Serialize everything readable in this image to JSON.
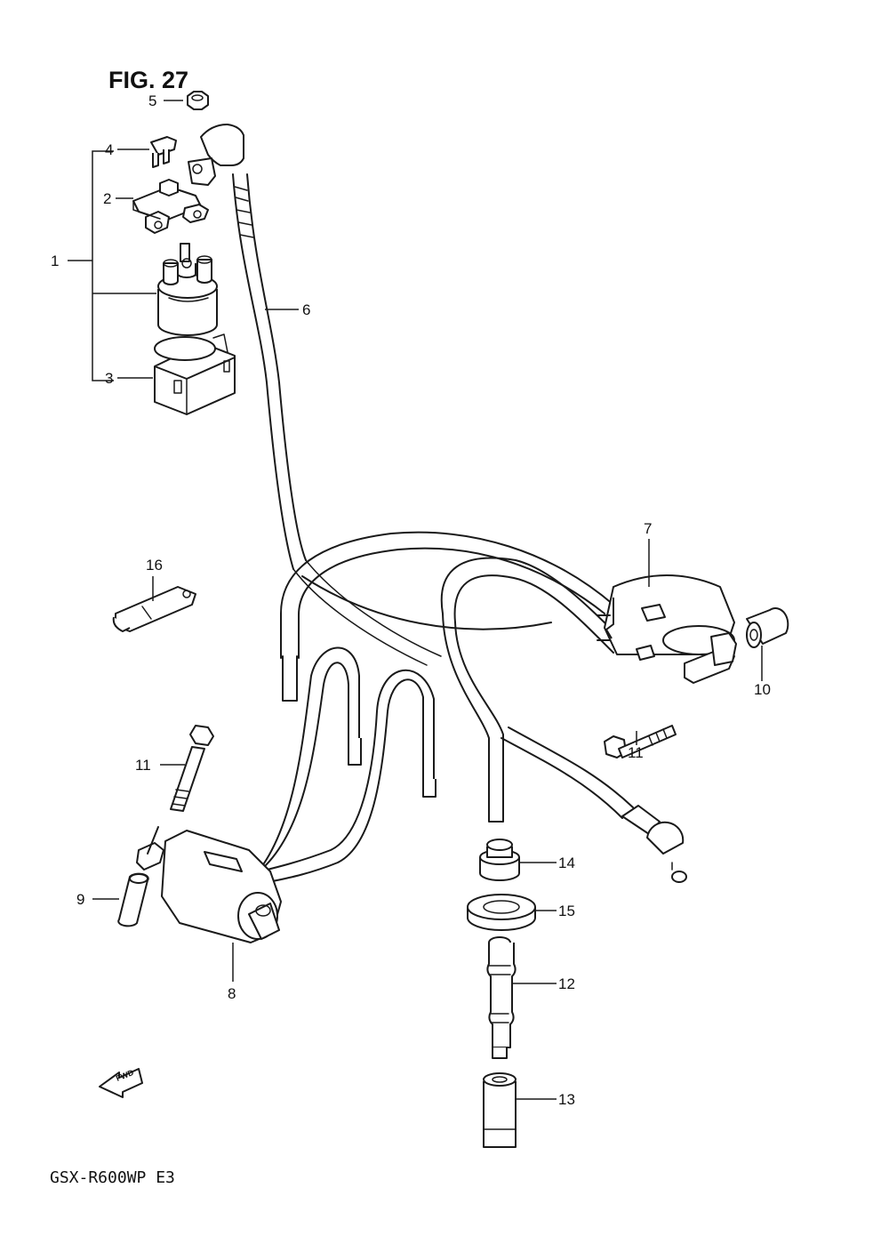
{
  "figure_title": "FIG. 27",
  "model_code": "GSX-R600WP E3",
  "direction_arrow": "FWD",
  "callouts": {
    "c1": "1",
    "c2": "2",
    "c3": "3",
    "c4": "4",
    "c5": "5",
    "c6": "6",
    "c7": "7",
    "c8": "8",
    "c9": "9",
    "c10": "10",
    "c11a": "11",
    "c11b": "11",
    "c12": "12",
    "c13": "13",
    "c14": "14",
    "c15": "15",
    "c16": "16"
  }
}
